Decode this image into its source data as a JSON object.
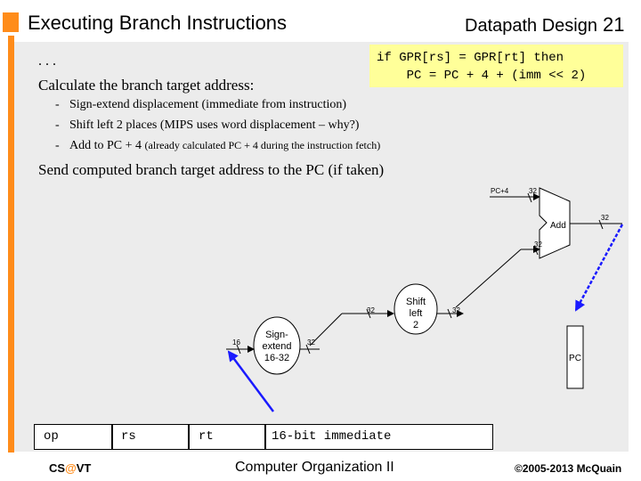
{
  "header": {
    "title": "Executing Branch Instructions",
    "section": "Datapath Design",
    "page_number": "21"
  },
  "code": {
    "line1": "if GPR[rs] = GPR[rt] then",
    "line2": "PC = PC + 4 + (imm << 2)"
  },
  "body": {
    "ellipsis": ". . .",
    "calc_heading": "Calculate the branch target address:",
    "bullets": [
      {
        "text": "Sign-extend displacement (immediate from instruction)"
      },
      {
        "text": "Shift left 2 places (MIPS uses word displacement – why?)"
      },
      {
        "text": "Add to PC + 4",
        "note": "(already calculated PC + 4 during the instruction fetch)"
      }
    ],
    "send": "Send computed branch target address to the PC (if taken)"
  },
  "diagram": {
    "sign_extend": {
      "line1": "Sign-",
      "line2": "extend",
      "line3": "16-32"
    },
    "shift_left": {
      "line1": "Shift",
      "line2": "left",
      "line3": "2"
    },
    "adder_label": "Add",
    "pc_label": "PC",
    "pc4_label": "PC+4",
    "width_16": "16",
    "width_32": "32"
  },
  "instruction": {
    "fields": [
      "op",
      "rs",
      "rt",
      "16-bit immediate"
    ]
  },
  "footer": {
    "left_prefix": "CS",
    "left_at": "@",
    "left_suffix": "VT",
    "middle": "Computer Organization II",
    "right": "©2005-2013 McQuain"
  },
  "colors": {
    "accent": "#ff8c1a",
    "panel": "#ececec",
    "code_bg": "#ffff99",
    "arrow_blue": "#1a1aff"
  }
}
